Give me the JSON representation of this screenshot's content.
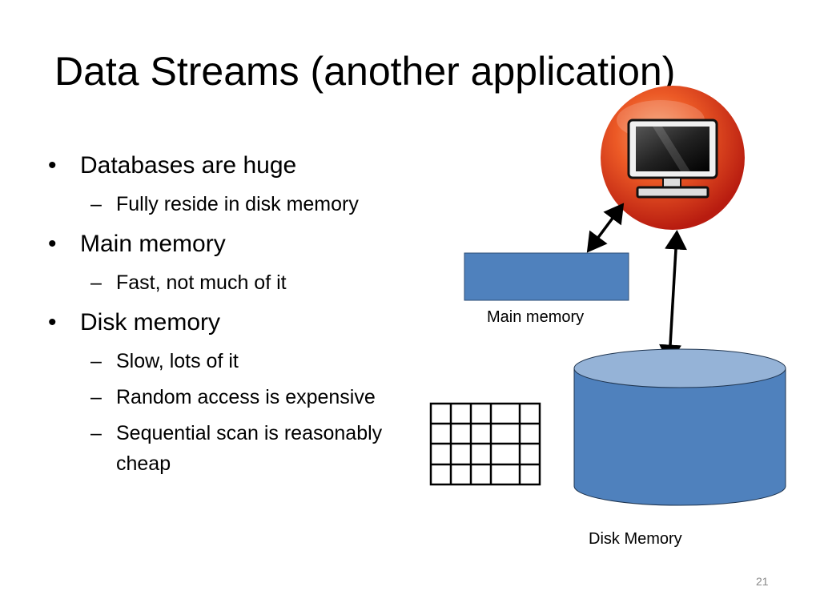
{
  "slide": {
    "title": "Data Streams (another application)",
    "page_number": "21"
  },
  "bullets": [
    {
      "text": "Databases are huge",
      "sub": [
        "Fully reside in disk memory"
      ]
    },
    {
      "text": "Main memory",
      "sub": [
        "Fast, not much of it"
      ]
    },
    {
      "text": "Disk memory",
      "sub": [
        "Slow, lots of it",
        "Random access is expensive",
        "Sequential scan is reasonably",
        "cheap"
      ]
    }
  ],
  "diagram": {
    "computer_icon": "computer-monitor-icon",
    "main_memory_label": "Main memory",
    "disk_memory_label": "Disk Memory",
    "grid": {
      "rows": 4,
      "cols": 5
    },
    "colors": {
      "memory_fill": "#4f81bd",
      "disk_top_fill": "#95b3d7",
      "icon_red": "#e2401c",
      "arrow": "#000000"
    }
  }
}
